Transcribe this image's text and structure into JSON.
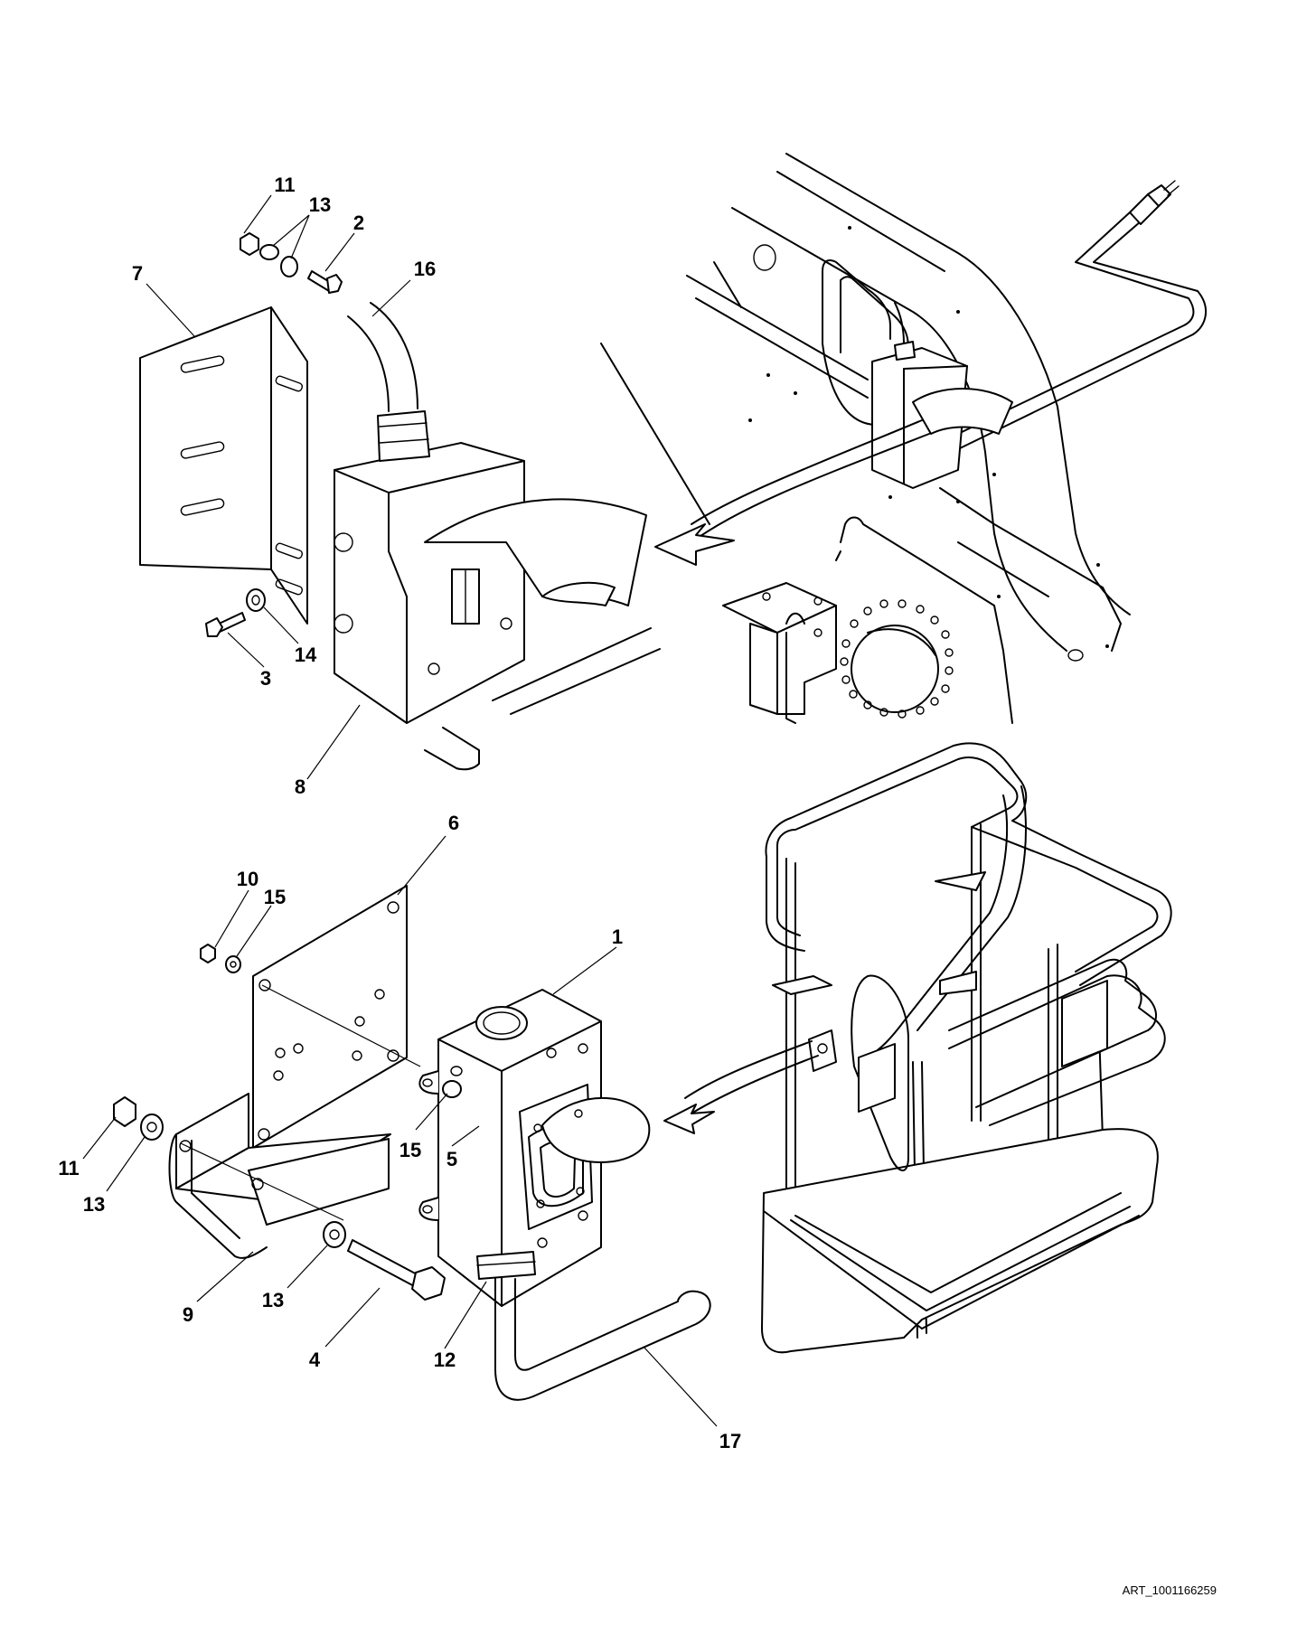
{
  "callouts": {
    "c1": "1",
    "c2": "2",
    "c3": "3",
    "c4": "4",
    "c5": "5",
    "c6": "6",
    "c7": "7",
    "c8": "8",
    "c9": "9",
    "c10": "10",
    "c11a": "11",
    "c11b": "11",
    "c12": "12",
    "c13a": "13",
    "c13b": "13",
    "c13c": "13",
    "c14": "14",
    "c15a": "15",
    "c15b": "15",
    "c16": "16",
    "c17": "17"
  },
  "art_id": "ART_1001166259"
}
